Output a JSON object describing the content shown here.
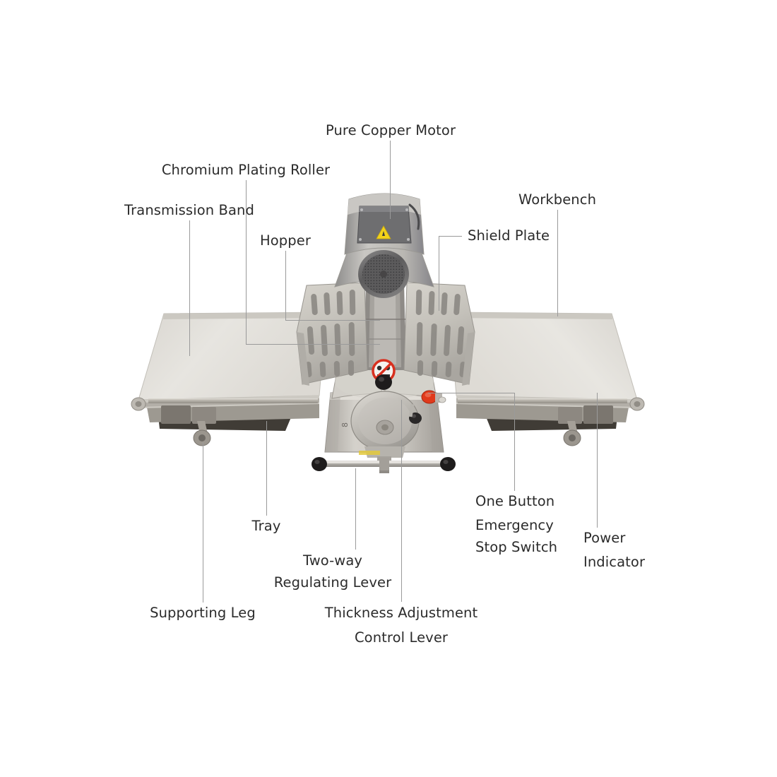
{
  "diagram": {
    "title": "Dough Sheeter Machine Component Callout Diagram",
    "subject": "commercial dough sheeter / pastry roller",
    "background_color": "#ffffff",
    "label_color": "#2b2b2b",
    "leader_line_color": "#9a9a9a"
  },
  "callouts": [
    {
      "id": "pure-copper-motor",
      "label": "Pure Copper Motor",
      "lines": [
        "Pure Copper Motor"
      ]
    },
    {
      "id": "chromium-plating-roller",
      "label": "Chromium Plating Roller",
      "lines": [
        "Chromium Plating Roller"
      ]
    },
    {
      "id": "transmission-band",
      "label": "Transmission Band",
      "lines": [
        "Transmission Band"
      ]
    },
    {
      "id": "hopper",
      "label": "Hopper",
      "lines": [
        "Hopper"
      ]
    },
    {
      "id": "workbench",
      "label": "Workbench",
      "lines": [
        "Workbench"
      ]
    },
    {
      "id": "shield-plate",
      "label": "Shield Plate",
      "lines": [
        "Shield Plate"
      ]
    },
    {
      "id": "tray",
      "label": "Tray",
      "lines": [
        "Tray"
      ]
    },
    {
      "id": "supporting-leg",
      "label": "Supporting Leg",
      "lines": [
        "Supporting Leg"
      ]
    },
    {
      "id": "two-way-regulating-lever",
      "label": "Two-way Regulating Lever",
      "lines": [
        "Two-way",
        "Regulating Lever"
      ]
    },
    {
      "id": "thickness-adjustment-control-lever",
      "label": "Thickness Adjustment Control Lever",
      "lines": [
        "Thickness Adjustment",
        "Control Lever"
      ]
    },
    {
      "id": "one-button-emergency-stop-switch",
      "label": "One Button Emergency Stop Switch",
      "lines": [
        "One Button",
        "Emergency",
        "Stop Switch"
      ]
    },
    {
      "id": "power-indicator",
      "label": "Power Indicator",
      "lines": [
        "Power",
        "Indicator"
      ]
    }
  ],
  "text": {
    "pure_copper_motor": "Pure Copper Motor",
    "chromium_plating_roller": "Chromium Plating Roller",
    "transmission_band": "Transmission Band",
    "hopper": "Hopper",
    "workbench": "Workbench",
    "shield_plate": "Shield Plate",
    "tray": "Tray",
    "supporting_leg": "Supporting Leg",
    "two_way_1": "Two-way",
    "two_way_2": "Regulating Lever",
    "thickness_1": "Thickness Adjustment",
    "thickness_2": "Control Lever",
    "estop_1": "One Button",
    "estop_2": "Emergency",
    "estop_3": "Stop Switch",
    "power_1": "Power",
    "power_2": "Indicator"
  },
  "machine_parts": {
    "motor_housing": "motor-housing",
    "motor_terminal_box": "motor-terminal-box",
    "motor_warning_triangle": "warning-triangle-icon",
    "motor_fan_grille": "fan-grille",
    "shield_plate_left": "shield-plate-left",
    "shield_plate_right": "shield-plate-right",
    "hopper_channel": "hopper-channel",
    "roller_housing": "roller-housing",
    "no-hands_sticker": "no-hands-warning-sticker",
    "thickness_knob": "thickness-adjustment-knob",
    "dial_plate": "dial-plate",
    "regulating_bar": "two-way-regulating-bar",
    "workbench_left": "workbench-left",
    "workbench_right": "workbench-right",
    "tray_left": "tray-left",
    "tray_right": "tray-right",
    "caster_left": "caster-left",
    "caster_right": "caster-right",
    "emergency_stop_button": "emergency-stop-button",
    "power_indicator_lamp": "power-indicator-lamp"
  },
  "colors": {
    "bench_surface": "#e3e1dc",
    "bench_surface_shadow": "#cfccc6",
    "frame_metal": "#b4b0a8",
    "frame_metal_dark": "#8d8980",
    "tray_dark": "#3f3b35",
    "body_gray": "#cdcac4",
    "body_gray_dark": "#a9a5a0",
    "motor_dark": "#6f6f70",
    "warning_yellow": "#f2d21a",
    "warning_red": "#d8301f",
    "estop_red": "#e03a1c",
    "knob_black": "#1e1c1c"
  }
}
